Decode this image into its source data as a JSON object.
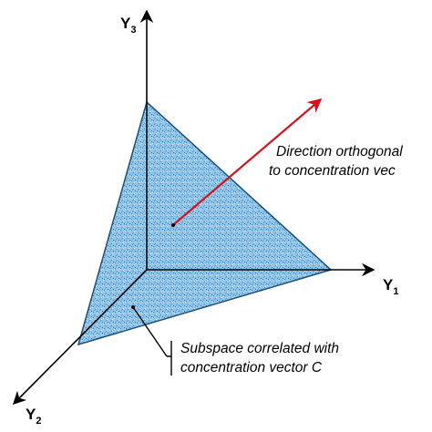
{
  "axes": {
    "y1": {
      "letter": "Y",
      "subscript": "1"
    },
    "y2": {
      "letter": "Y",
      "subscript": "2"
    },
    "y3": {
      "letter": "Y",
      "subscript": "3"
    }
  },
  "annotations": {
    "orthogonal_line1": "Direction orthogonal",
    "orthogonal_line2": "to concentration vec",
    "subspace_line1": "Subspace correlated with",
    "subspace_line2": "concentration vector C"
  },
  "colors": {
    "plane_fill": "#8ec5e8",
    "plane_edge": "#1a4f7a",
    "arrow": "#d8101a",
    "axis": "#000000"
  }
}
